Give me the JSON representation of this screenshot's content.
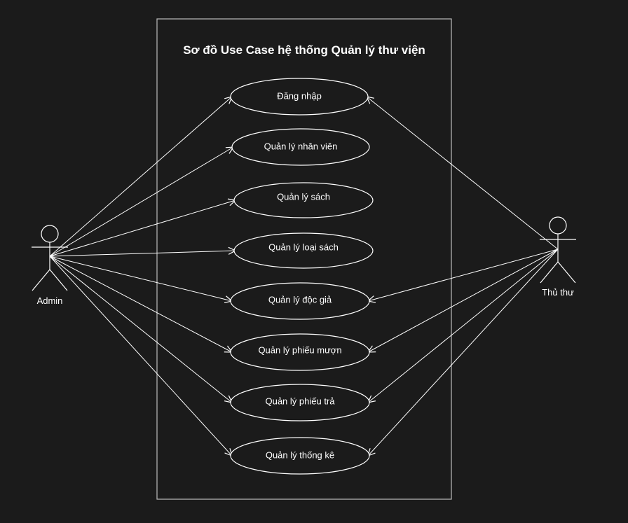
{
  "diagram": {
    "title": "Sơ đồ Use Case hệ thống Quản lý thư viện",
    "actors": [
      {
        "id": "admin",
        "name": "Admin",
        "icon": "stick-figure-icon"
      },
      {
        "id": "librarian",
        "name": "Thủ thư",
        "icon": "stick-figure-icon"
      }
    ],
    "use_cases": [
      {
        "id": "uc1",
        "label": "Đăng nhập"
      },
      {
        "id": "uc2",
        "label": "Quản lý nhân viên"
      },
      {
        "id": "uc3",
        "label": "Quản lý sách"
      },
      {
        "id": "uc4",
        "label": "Quản lý loại sách"
      },
      {
        "id": "uc5",
        "label": "Quản lý độc giả"
      },
      {
        "id": "uc6",
        "label": "Quản lý phiếu mượn"
      },
      {
        "id": "uc7",
        "label": "Quản lý phiếu trả"
      },
      {
        "id": "uc8",
        "label": "Quản lý thống kê"
      }
    ],
    "associations": [
      {
        "from": "admin",
        "to": "uc1"
      },
      {
        "from": "admin",
        "to": "uc2"
      },
      {
        "from": "admin",
        "to": "uc3"
      },
      {
        "from": "admin",
        "to": "uc4"
      },
      {
        "from": "admin",
        "to": "uc5"
      },
      {
        "from": "admin",
        "to": "uc6"
      },
      {
        "from": "admin",
        "to": "uc7"
      },
      {
        "from": "admin",
        "to": "uc8"
      },
      {
        "from": "librarian",
        "to": "uc1"
      },
      {
        "from": "librarian",
        "to": "uc5"
      },
      {
        "from": "librarian",
        "to": "uc6"
      },
      {
        "from": "librarian",
        "to": "uc7"
      },
      {
        "from": "librarian",
        "to": "uc8"
      }
    ],
    "colors": {
      "background": "#1b1b1b",
      "stroke": "#ffffff",
      "boundary": "#bdbdbd",
      "text": "#ffffff"
    }
  }
}
